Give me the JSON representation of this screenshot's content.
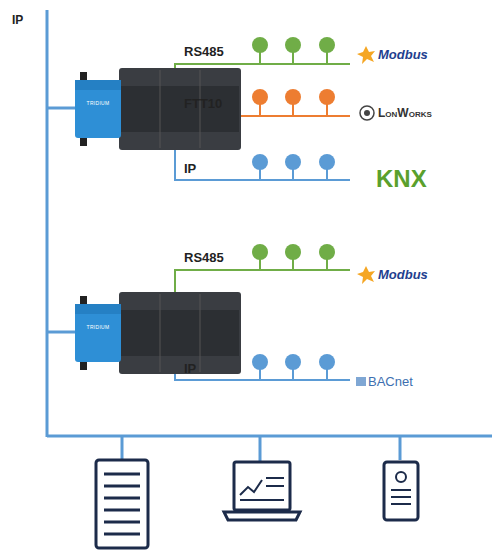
{
  "diagram": {
    "nodes": [
      {
        "text": [
          "TRIDIUM"
        ]
      },
      {
        "text": [
          "TRIDIUM"
        ]
      }
    ],
    "labels": [
      "IP",
      "RS485",
      "Modbus",
      "FTT10",
      "LonWorks",
      "IP",
      "KNX",
      "RS485",
      "Modbus",
      "IP",
      "BACnet"
    ]
  }
}
